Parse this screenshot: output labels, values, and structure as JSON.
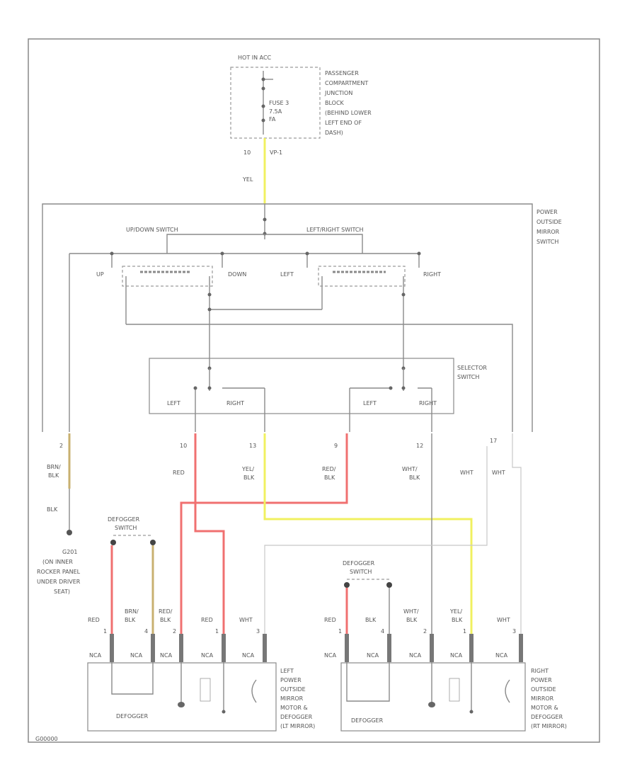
{
  "hot_in": "HOT IN ACC",
  "fuse_block_label": [
    "PASSENGER",
    "COMPARTMENT",
    "JUNCTION",
    "BLOCK",
    "(BEHIND LOWER",
    "LEFT END OF",
    "DASH)"
  ],
  "fuse": {
    "name": "FUSE 3",
    "rating": "7.5A",
    "type": "FA"
  },
  "top_connector": {
    "pin": "10",
    "name": "VP-1"
  },
  "top_wire_color": "YEL",
  "switch_title": [
    "POWER",
    "OUTSIDE",
    "MIRROR",
    "SWITCH"
  ],
  "updown_switch": "UP/DOWN SWITCH",
  "leftright_switch": "LEFT/RIGHT SWITCH",
  "switch_labels": {
    "up": "UP",
    "down": "DOWN",
    "left": "LEFT",
    "right": "RIGHT"
  },
  "selector_switch": [
    "SELECTOR",
    "SWITCH"
  ],
  "selector_labels": {
    "left": "LEFT",
    "right": "RIGHT"
  },
  "pins": {
    "p2": "2",
    "p10": "10",
    "p13": "13",
    "p9": "9",
    "p12": "12",
    "p17": "17"
  },
  "wire_colors": {
    "brn_blk": [
      "BRN/",
      "BLK"
    ],
    "red": "RED",
    "yel_blk": [
      "YEL/",
      "BLK"
    ],
    "red_blk": [
      "RED/",
      "BLK"
    ],
    "wht_blk": [
      "WHT/",
      "BLK"
    ],
    "wht": "WHT",
    "blk": "BLK"
  },
  "ground_label": [
    "G201",
    "(ON INNER",
    "ROCKER PANEL",
    "UNDER DRIVER",
    "SEAT)"
  ],
  "defogger_switch": [
    "DEFOGGER",
    "SWITCH"
  ],
  "bottom_wire_labels_left": [
    "RED",
    "BRN/",
    "BLK",
    "RED/",
    "BLK",
    "RED",
    "WHT"
  ],
  "bottom_wire_labels_right": [
    "RED",
    "BLK",
    "WHT/",
    "BLK",
    "YEL/",
    "BLK",
    "WHT"
  ],
  "bottom_pins": [
    "1",
    "4",
    "2",
    "1",
    "3"
  ],
  "nca": "NCA",
  "defogger": "DEFOGGER",
  "left_mirror": [
    "LEFT",
    "POWER",
    "OUTSIDE",
    "MIRROR",
    "MOTOR &",
    "DEFOGGER",
    "(LT MIRROR)"
  ],
  "right_mirror": [
    "RIGHT",
    "POWER",
    "OUTSIDE",
    "MIRROR",
    "MOTOR &",
    "DEFOGGER",
    "(RT MIRROR)"
  ],
  "footer_code": "G00000",
  "colors": {
    "yellow": "#f0f060",
    "red": "#f07070",
    "brown": "#c8b070",
    "line": "#8a8a8a"
  }
}
